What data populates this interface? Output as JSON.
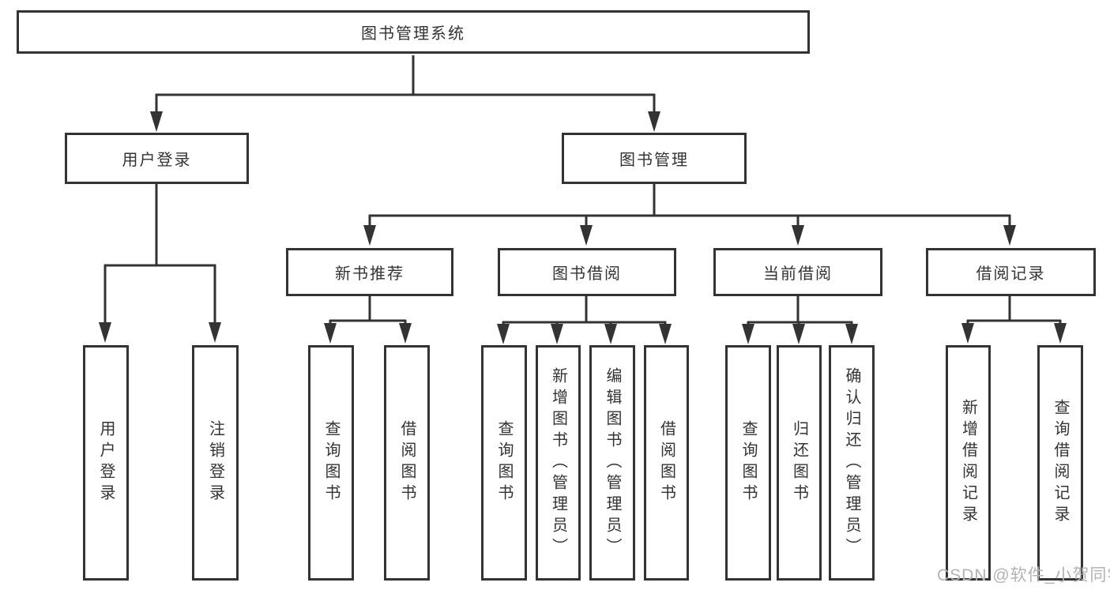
{
  "diagram": {
    "title": "图书管理系统",
    "level2": {
      "user_login": "用户登录",
      "book_management": "图书管理"
    },
    "level3": {
      "new_book_recommend": "新书推荐",
      "book_borrow": "图书借阅",
      "current_borrow": "当前借阅",
      "borrow_records": "借阅记录"
    },
    "leaves": {
      "user_login": [
        "用户登录",
        "注销登录"
      ],
      "new_book_recommend": [
        "查询图书",
        "借阅图书"
      ],
      "book_borrow": [
        "查询图书",
        "新增图书（管理员）",
        "编辑图书（管理员）",
        "借阅图书"
      ],
      "current_borrow": [
        "查询图书",
        "归还图书",
        "确认归还（管理员）"
      ],
      "borrow_records": [
        "新增借阅记录",
        "查询借阅记录"
      ]
    }
  },
  "watermark": "CSDN @软件_小贺同学",
  "colors": {
    "line": "#333333",
    "text": "#333333",
    "background": "#ffffff",
    "watermark": "#b3b3b3"
  }
}
